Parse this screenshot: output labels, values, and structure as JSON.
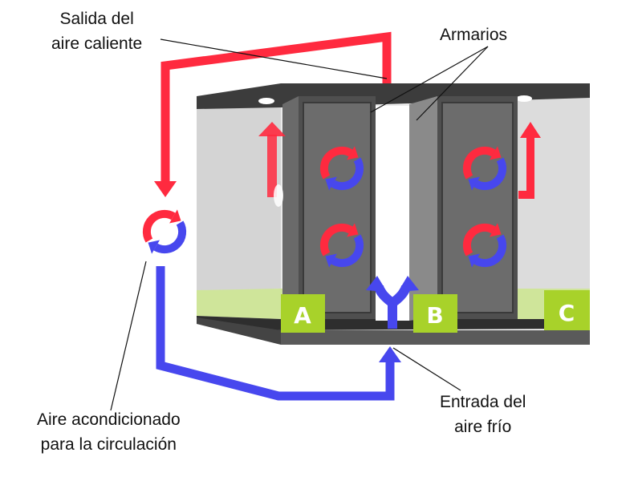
{
  "labels": {
    "hot_air_outlet": [
      "Salida del",
      "aire caliente"
    ],
    "cabinets": "Armarios",
    "cold_air_inlet": [
      "Entrada del",
      "aire frío"
    ],
    "crac_unit": [
      "Aire acondicionado",
      "para la circulación"
    ]
  },
  "zones": [
    "A",
    "B",
    "C"
  ],
  "colors": {
    "hot_air": "#ff2a3f",
    "cold_air": "#4747ee",
    "cabinet": "#5c5c5c",
    "floor_tile": "#a8d22a",
    "frame": "#3a3a3a",
    "wall": "#d8d8d8"
  },
  "icons": [
    "circulation-icon",
    "hot-air-arrow-icon",
    "cold-air-arrow-icon",
    "fork-arrow-icon"
  ]
}
